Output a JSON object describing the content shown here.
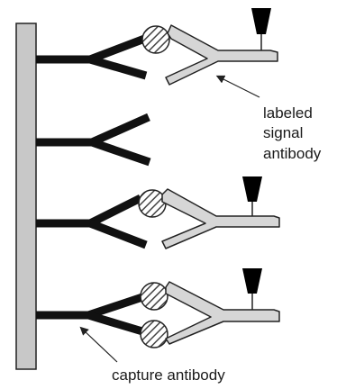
{
  "labels": {
    "signal_line1": "labeled",
    "signal_line2": "signal",
    "signal_line3": "antibody",
    "capture": "capture antibody"
  },
  "colors": {
    "surface_fill": "#c8c8c8",
    "capture_antibody": "#111111",
    "signal_antibody_fill": "#d6d6d6",
    "outline": "#222222",
    "tag": "#000000",
    "background": "#ffffff"
  },
  "icons": {
    "antigen": "hatched-circle",
    "label_tag": "trapezoid-tag"
  }
}
